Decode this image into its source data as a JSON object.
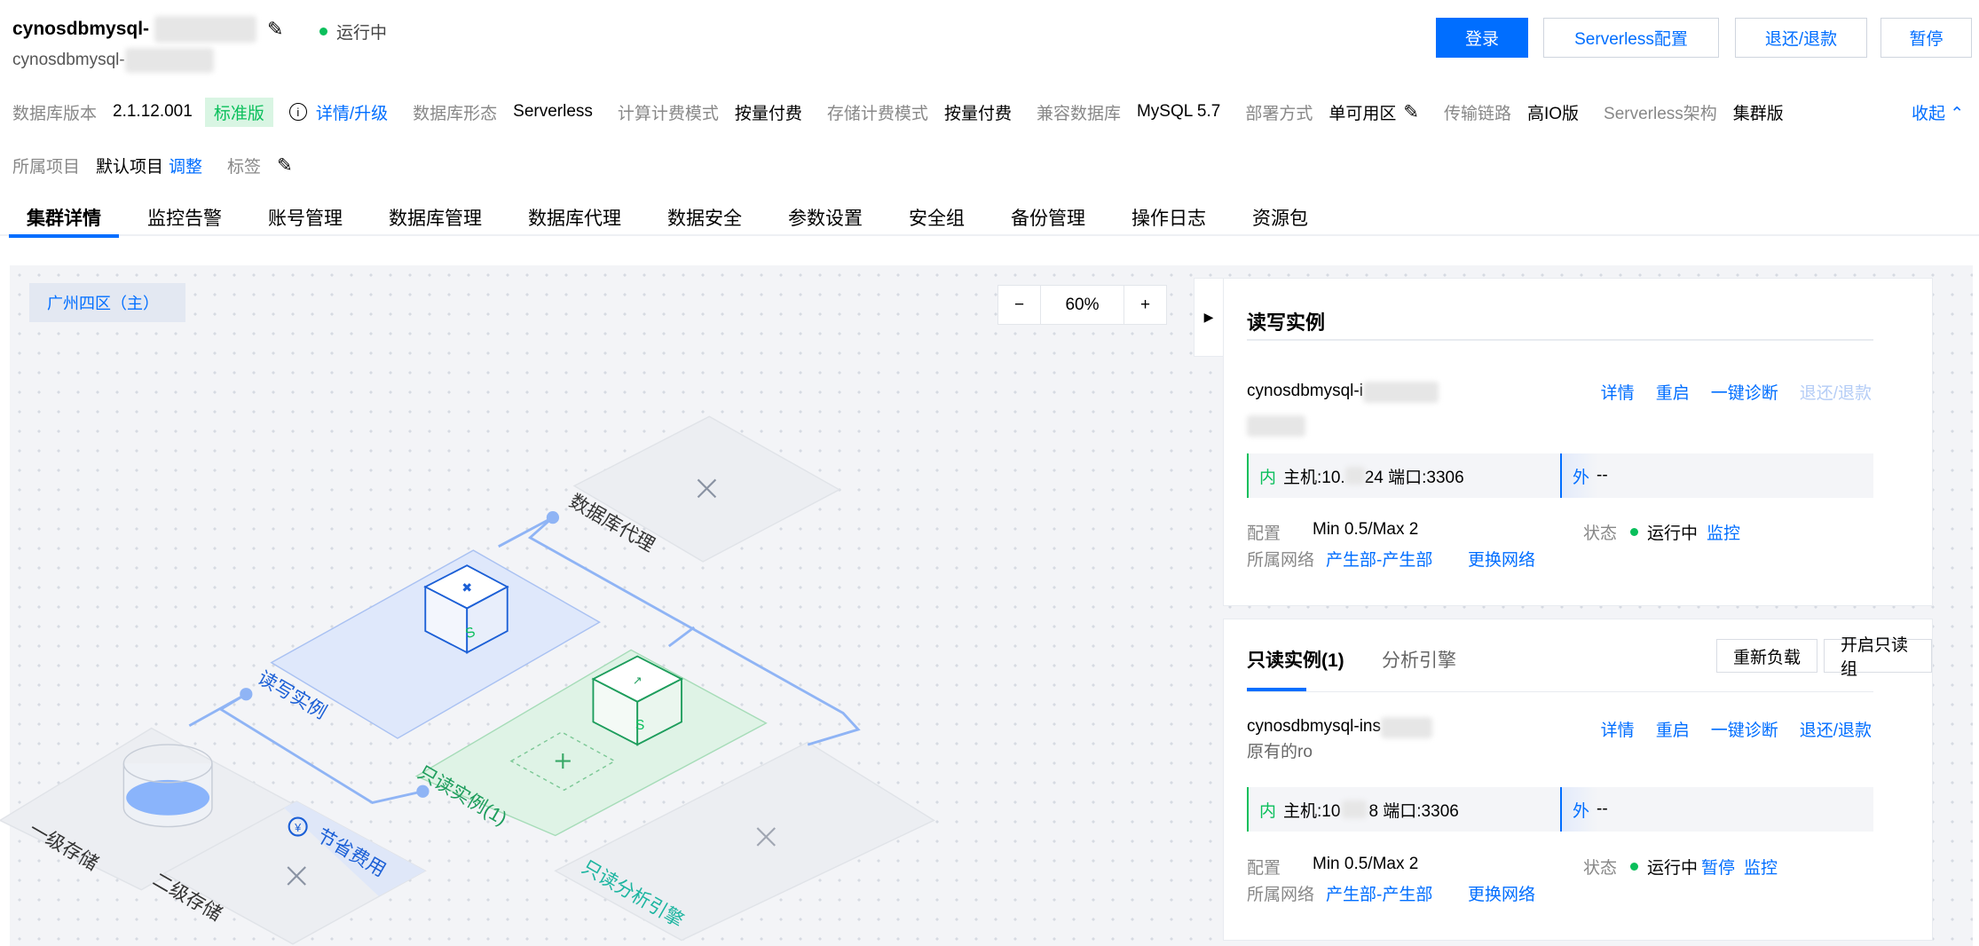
{
  "header": {
    "title": "cynosdbmysql-",
    "subtitle": "cynosdbmysql-",
    "status": "运行中",
    "buttons": {
      "login": "登录",
      "serverless_config": "Serverless配置",
      "refund": "退还/退款",
      "pause": "暂停"
    }
  },
  "info": {
    "version_label": "数据库版本",
    "version": "2.1.12.001",
    "edition_tag": "标准版",
    "detail_link": "详情/升级",
    "form_label": "数据库形态",
    "form": "Serverless",
    "compute_billing_label": "计算计费模式",
    "compute_billing": "按量付费",
    "storage_billing_label": "存储计费模式",
    "storage_billing": "按量付费",
    "compat_label": "兼容数据库",
    "compat": "MySQL 5.7",
    "deploy_label": "部署方式",
    "deploy": "单可用区",
    "link_label": "传输链路",
    "link": "高IO版",
    "arch_label": "Serverless架构",
    "arch": "集群版",
    "collapse": "收起",
    "project_label": "所属项目",
    "project": "默认项目",
    "adjust": "调整",
    "tags_label": "标签"
  },
  "tabs": [
    "集群详情",
    "监控告警",
    "账号管理",
    "数据库管理",
    "数据库代理",
    "数据安全",
    "参数设置",
    "安全组",
    "备份管理",
    "操作日志",
    "资源包"
  ],
  "topology": {
    "region": "广州四区（主）",
    "zoom": "60%",
    "zoom_out": "−",
    "zoom_in": "+",
    "labels": {
      "proxy": "数据库代理",
      "rw": "读写实例",
      "ro": "只读实例(1)",
      "l1": "一级存储",
      "l2": "二级存储",
      "save": "节省费用",
      "analysis": "只读分析引擎"
    }
  },
  "rw_panel": {
    "title": "读写实例",
    "instance_id": "cynosdbmysql-i",
    "actions": [
      "详情",
      "重启",
      "一键诊断",
      "退还/退款"
    ],
    "inner_tag": "内",
    "inner_host_prefix": "主机:10.",
    "inner_host_suffix": "24 端口:3306",
    "outer_tag": "外",
    "outer_value": "--",
    "config_label": "配置",
    "config": "Min 0.5/Max 2",
    "state_label": "状态",
    "state": "运行中",
    "monitor": "监控",
    "network_label": "所属网络",
    "network": "产生部-产生部",
    "change_network": "更换网络"
  },
  "ro_panel": {
    "tab_ro": "只读实例(1)",
    "tab_analysis": "分析引擎",
    "reload": "重新负载",
    "open_group": "开启只读组",
    "instance_id": "cynosdbmysql-ins",
    "remark": "原有的ro",
    "actions": [
      "详情",
      "重启",
      "一键诊断",
      "退还/退款"
    ],
    "inner_tag": "内",
    "inner_host_prefix": "主机:10",
    "inner_host_suffix": "8 端口:3306",
    "outer_tag": "外",
    "outer_value": "--",
    "config_label": "配置",
    "config": "Min 0.5/Max 2",
    "state_label": "状态",
    "state": "运行中",
    "pause": "暂停",
    "monitor": "监控",
    "network_label": "所属网络",
    "network": "产生部-产生部",
    "change_network": "更换网络"
  },
  "colors": {
    "primary": "#006eff",
    "success": "#0abf5b"
  }
}
